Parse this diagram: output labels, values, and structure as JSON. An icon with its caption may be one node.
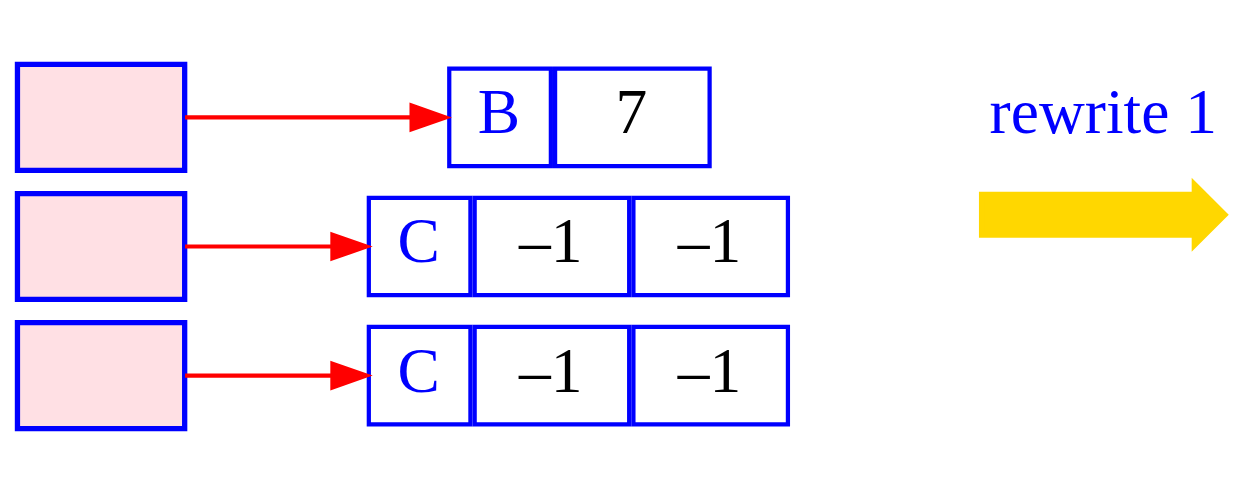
{
  "diagram": {
    "nodes": [
      {
        "text": [],
        "shape": "box"
      },
      {
        "text": [],
        "shape": "box"
      },
      {
        "text": [],
        "shape": "box"
      },
      {
        "text": [
          "B",
          "7"
        ]
      },
      {
        "text": [
          "C",
          "–1",
          "–1"
        ]
      },
      {
        "text": [
          "C",
          "–1",
          "–1"
        ]
      },
      {
        "text": [],
        "shape": "arrow"
      }
    ],
    "edges": [
      {
        "from": 0,
        "to": 3,
        "arrow": "to"
      },
      {
        "from": 1,
        "to": 4,
        "arrow": "to"
      },
      {
        "from": 2,
        "to": 5,
        "arrow": "to"
      }
    ],
    "labels": [
      "rewrite 1"
    ]
  }
}
